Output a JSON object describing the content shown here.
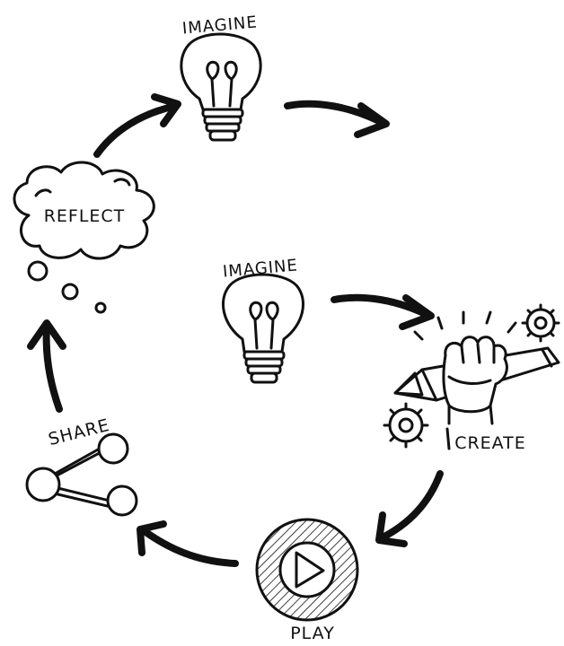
{
  "diagram": {
    "labels": {
      "imagine_top": "IMAGINE",
      "imagine_center": "IMAGINE",
      "reflect": "REFLECT",
      "create": "CREATE",
      "play": "PLAY",
      "share": "SHARE"
    },
    "icons": {
      "imagine_top": "lightbulb-icon",
      "imagine_center": "lightbulb-icon",
      "reflect": "thought-cloud-icon",
      "create": "hand-with-pencil-and-gears-icon",
      "play": "play-button-icon",
      "share": "share-icon"
    },
    "ink_color": "#111111",
    "background_color": "#ffffff"
  }
}
